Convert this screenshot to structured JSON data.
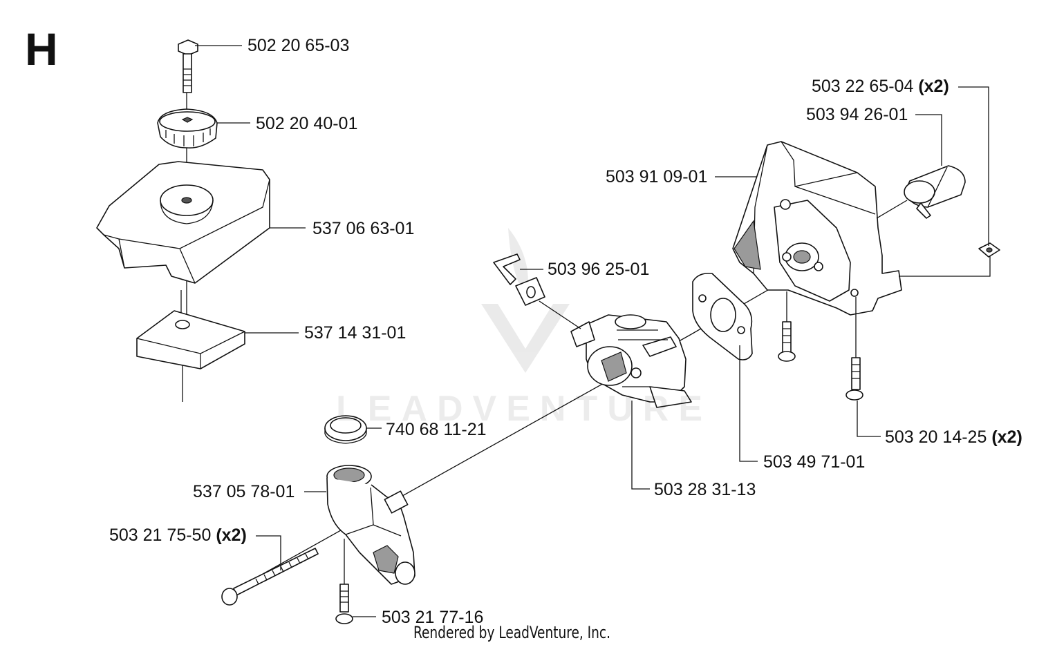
{
  "section_letter": "H",
  "footer_text": "Rendered by LeadVenture, Inc.",
  "watermark": {
    "text": "LEADVENTURE",
    "logo_icon": "leadventure-logo-icon"
  },
  "callouts": [
    {
      "id": "c1",
      "number": "502 20 65-03",
      "qty": ""
    },
    {
      "id": "c2",
      "number": "502 20 40-01",
      "qty": ""
    },
    {
      "id": "c3",
      "number": "537 06 63-01",
      "qty": ""
    },
    {
      "id": "c4",
      "number": "537 14 31-01",
      "qty": ""
    },
    {
      "id": "c5",
      "number": "740 68 11-21",
      "qty": ""
    },
    {
      "id": "c6",
      "number": "537 05 78-01",
      "qty": ""
    },
    {
      "id": "c7",
      "number": "503 21 75-50",
      "qty": "(x2)"
    },
    {
      "id": "c8",
      "number": "503 21 77-16",
      "qty": ""
    },
    {
      "id": "c9",
      "number": "503 96 25-01",
      "qty": ""
    },
    {
      "id": "c10",
      "number": "503 28 31-13",
      "qty": ""
    },
    {
      "id": "c11",
      "number": "503 49 71-01",
      "qty": ""
    },
    {
      "id": "c12",
      "number": "503 91 09-01",
      "qty": ""
    },
    {
      "id": "c13",
      "number": "503 22 65-04",
      "qty": "(x2)"
    },
    {
      "id": "c14",
      "number": "503 94 26-01",
      "qty": ""
    },
    {
      "id": "c15",
      "number": "503 20 14-25",
      "qty": "(x2)"
    }
  ]
}
